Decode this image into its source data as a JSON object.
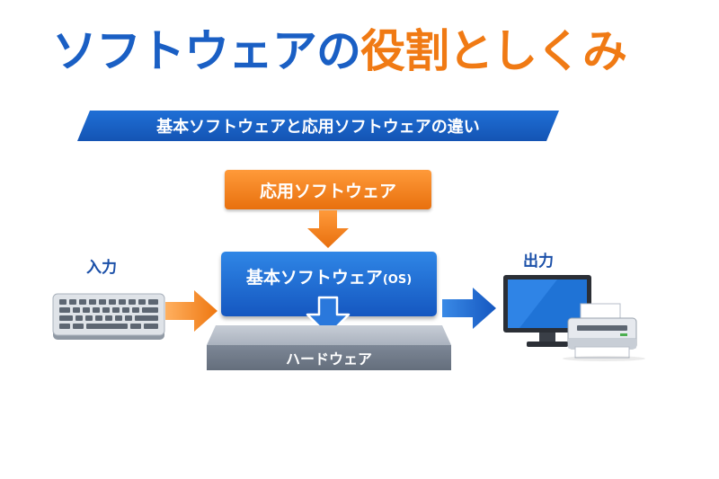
{
  "title": {
    "part1": "ソフトウェアの",
    "part2": "役割としくみ"
  },
  "subtitle": "基本ソフトウェアと応用ソフトウェアの違い",
  "application_software": "応用ソフトウェア",
  "basic_software": {
    "main": "基本ソフトウェア",
    "suffix": "(OS)"
  },
  "hardware": "ハードウェア",
  "input_label": "入力",
  "output_label": "出力",
  "colors": {
    "blue": "#1a5fc4",
    "orange": "#f07a14",
    "gray": "#6e7886"
  },
  "icons": [
    "keyboard-icon",
    "monitor-icon",
    "printer-icon",
    "arrow-right-icon",
    "arrow-down-icon"
  ]
}
